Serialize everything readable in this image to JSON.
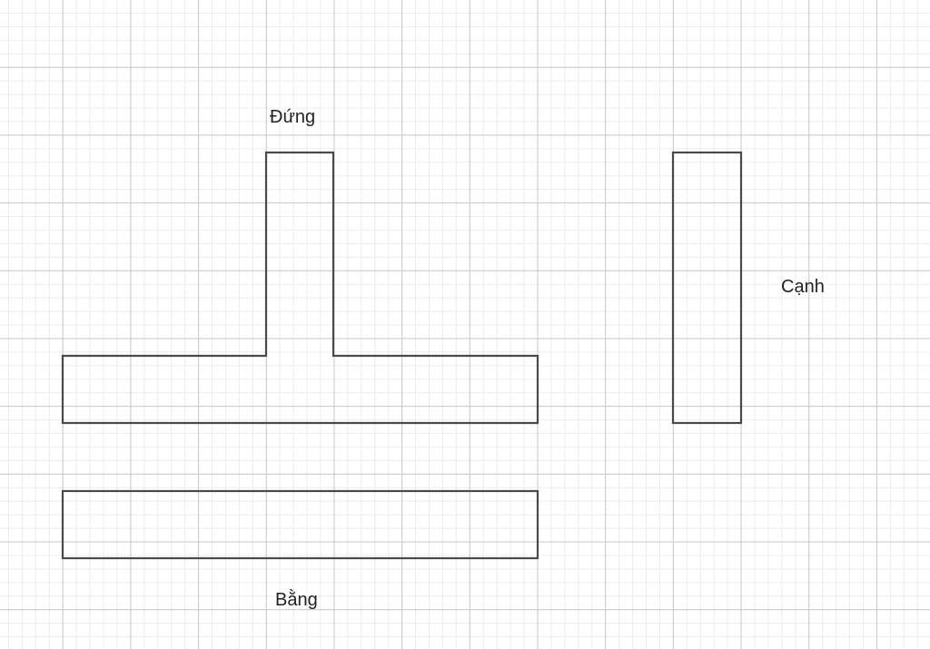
{
  "labels": {
    "top_view": "Đứng",
    "side_view": "Cạnh",
    "plan_view": "Bằng"
  },
  "colors": {
    "outline": "#4a4a4a",
    "grid_major": "#c9c9c9",
    "grid_minor": "#ececec"
  }
}
